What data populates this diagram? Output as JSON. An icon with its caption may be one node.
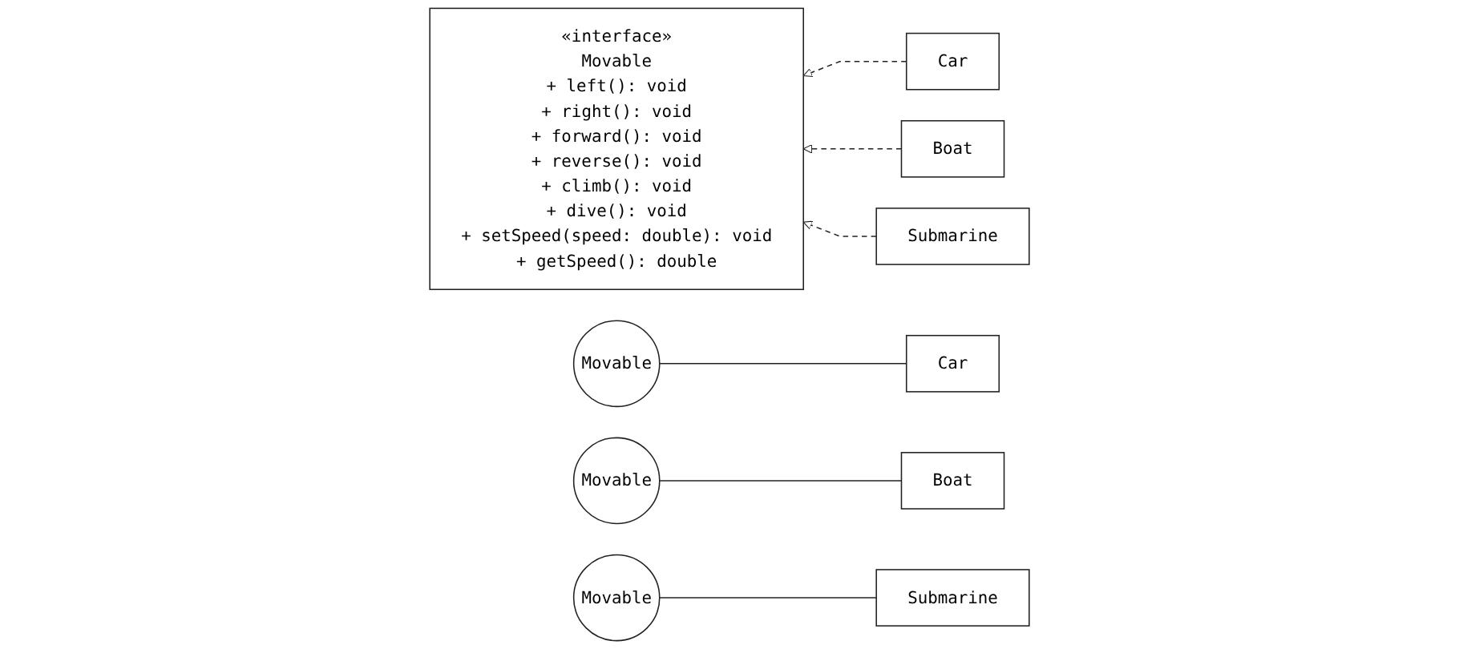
{
  "diagram": {
    "nodes": [
      {
        "text": [
          "«interface»",
          "Movable",
          "+ left(): void",
          "+ right(): void",
          "+ forward(): void",
          "+ reverse(): void",
          "+ climb(): void",
          "+ dive(): void",
          "+ setSpeed(speed: double): void",
          "+ getSpeed(): double"
        ]
      },
      {
        "text": [
          "Car"
        ]
      },
      {
        "text": [
          "Boat"
        ]
      },
      {
        "text": [
          "Submarine"
        ]
      },
      {
        "text": [
          "Movable"
        ]
      },
      {
        "text": [
          "Car"
        ]
      },
      {
        "text": [
          "Movable"
        ]
      },
      {
        "text": [
          "Boat"
        ]
      },
      {
        "text": [
          "Movable"
        ]
      },
      {
        "text": [
          "Submarine"
        ]
      }
    ],
    "edges": [
      {
        "from": 1,
        "to": 0,
        "arrow": "to",
        "style": "dashed"
      },
      {
        "from": 2,
        "to": 0,
        "arrow": "to",
        "style": "dashed"
      },
      {
        "from": 3,
        "to": 0,
        "arrow": "to",
        "style": "dashed"
      },
      {
        "from": 5,
        "to": 4,
        "arrow": "none"
      },
      {
        "from": 7,
        "to": 6,
        "arrow": "none"
      },
      {
        "from": 9,
        "to": 8,
        "arrow": "none"
      }
    ]
  }
}
